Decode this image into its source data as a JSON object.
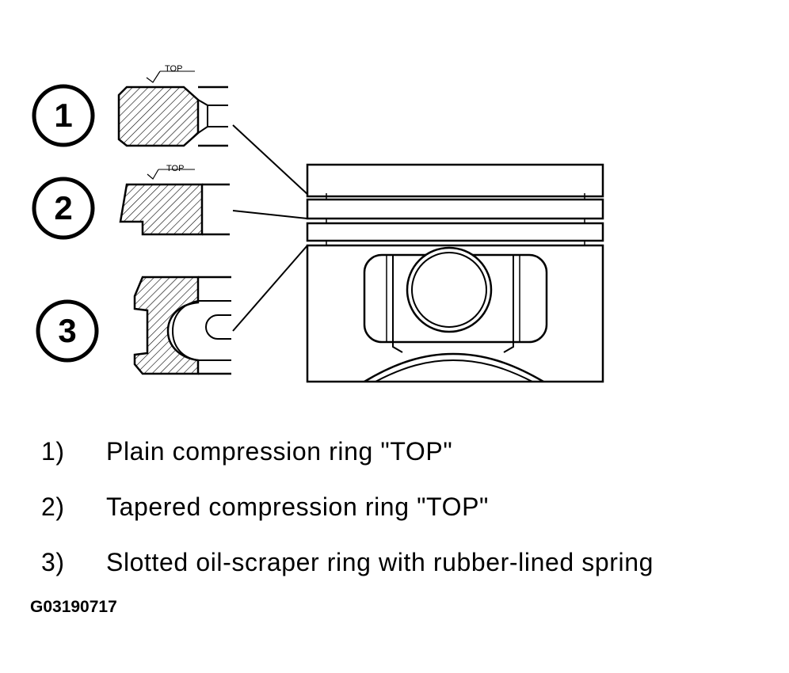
{
  "callouts": [
    {
      "number": "1",
      "top_label": "TOP"
    },
    {
      "number": "2",
      "top_label": "TOP"
    },
    {
      "number": "3"
    }
  ],
  "legend": [
    {
      "num": "1)",
      "text": "Plain compression ring \"TOP\""
    },
    {
      "num": "2)",
      "text": "Tapered compression ring \"TOP\""
    },
    {
      "num": "3)",
      "text": "Slotted oil-scraper ring with rubber-lined spring"
    }
  ],
  "figure_code": "G03190717"
}
